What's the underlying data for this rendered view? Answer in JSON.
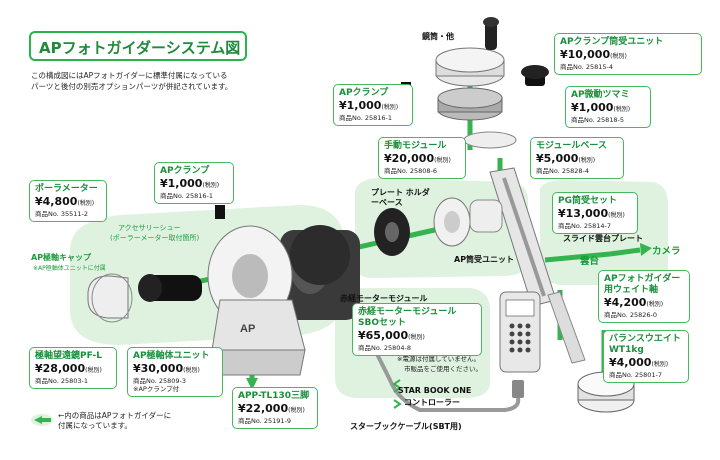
{
  "title": "APフォトガイダーシステム図",
  "intro": {
    "line1": "この構成図にはAPフォトガイダーに標準付属になっている",
    "line2": "パーツと後付の別売オプションパーツが併記されています。"
  },
  "parts": {
    "clamp_tube_unit": {
      "name": "APクランプ筒受ユニット",
      "price": "¥10,000",
      "tax": "(税別)",
      "code": "商品No. 25815-4"
    },
    "ap_clamp_top": {
      "name": "APクランプ",
      "price": "¥1,000",
      "tax": "(税別)",
      "code": "商品No. 25816-1"
    },
    "fine_knob": {
      "name": "AP微動ツマミ",
      "price": "¥1,000",
      "tax": "(税別)",
      "code": "商品No. 25818-5"
    },
    "manual_module": {
      "name": "手動モジュール",
      "price": "¥20,000",
      "tax": "(税別)",
      "code": "商品No. 25808-6"
    },
    "module_base": {
      "name": "モジュールベース",
      "price": "¥5,000",
      "tax": "(税別)",
      "code": "商品No. 25828-4"
    },
    "ap_clamp_mid": {
      "name": "APクランプ",
      "price": "¥1,000",
      "tax": "(税別)",
      "code": "商品No. 25816-1"
    },
    "polar_meter": {
      "name": "ポーラメーター",
      "price": "¥4,800",
      "tax": "(税別)",
      "code": "商品No. 35511-2"
    },
    "pg_tube_set": {
      "name": "PG筒受セット",
      "price": "¥13,000",
      "tax": "(税別)",
      "code": "商品No. 25814-7"
    },
    "weight_shaft": {
      "name": "APフォトガイダー用ウェイト軸",
      "price": "¥4,200",
      "tax": "(税別)",
      "code": "商品No. 25826-0"
    },
    "red_module": {
      "name": "赤経モーターモジュール SBOセット",
      "price": "¥65,000",
      "tax": "(税別)",
      "code": "商品No. 25804-8"
    },
    "polar_scope": {
      "name": "極軸望遠鏡PF-L",
      "price": "¥28,000",
      "tax": "(税別)",
      "code": "商品No. 25803-1"
    },
    "polar_unit": {
      "name": "AP極軸体ユニット",
      "price": "¥30,000",
      "tax": "(税別)",
      "code": "商品No. 25809-3",
      "note": "※APクランプ付"
    },
    "tripod": {
      "name": "APP-TL130三脚",
      "price": "¥22,000",
      "tax": "(税別)",
      "code": "商品No. 25191-9"
    },
    "balance_weight": {
      "name": "バランスウエイト WT1kg",
      "price": "¥4,000",
      "tax": "(税別)",
      "code": "商品No. 25801-7"
    }
  },
  "labels": {
    "lens": "鏡筒・他",
    "plate_holder": "プレート ホルダーベース",
    "slide_plate": "スライド雲台プレート",
    "ap_tube_unit": "AP筒受ユニット",
    "unpan": "雲台",
    "camera": "カメラ",
    "red_motor": "赤経モーターモジュール",
    "accessory_shoe": "アクセサリーシュー",
    "accessory_shoe_note": "(ポーラーメーター取付箇所)",
    "cap": "AP極軸キャップ",
    "cap_note": "※AP極軸体ユニットに付属",
    "power_note1": "※電源は付属していません。",
    "power_note2": "市販品をご使用ください。",
    "controller": "STAR BOOK ONE",
    "controller2": "コントローラー",
    "cable": "スターブックケーブル(SBT用)"
  },
  "legend": {
    "line1": "←内の商品はAPフォトガイダーに",
    "line2": "付属になっています。"
  },
  "colors": {
    "accent": "#2bb24c",
    "zone": "#dff2e0",
    "text": "#111111"
  }
}
